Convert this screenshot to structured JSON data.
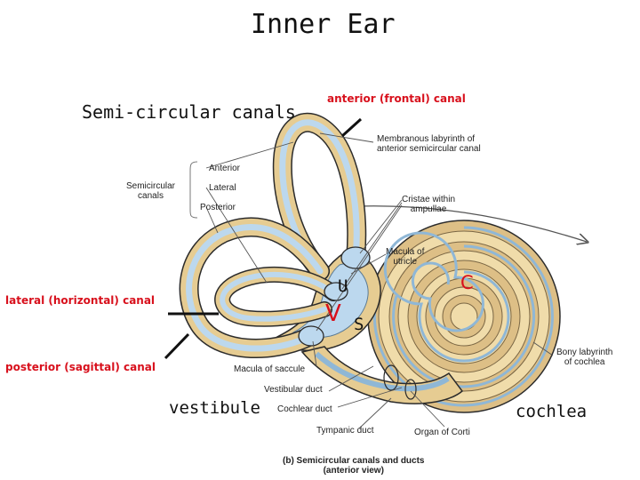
{
  "title": "Inner Ear",
  "overlay_labels": {
    "semicircular_canals": "Semi-circular canals",
    "anterior_canal": "anterior (frontal) canal",
    "lateral_canal": "lateral (horizontal) canal",
    "posterior_canal": "posterior (sagittal) canal",
    "vestibule": "vestibule",
    "cochlea": "cochlea",
    "letter_u": "U",
    "letter_v": "V",
    "letter_s": "S",
    "letter_c": "C"
  },
  "figure_labels": {
    "membranous_labyrinth_line1": "Membranous labyrinth of",
    "membranous_labyrinth_line2": "anterior semicircular canal",
    "semicircular_line1": "Semicircular",
    "semicircular_line2": "canals",
    "anterior": "Anterior",
    "lateral": "Lateral",
    "posterior": "Posterior",
    "cristae_line1": "Cristae within",
    "cristae_line2": "ampullae",
    "macula_utricle_line1": "Macula of",
    "macula_utricle_line2": "utricle",
    "bony_labyrinth_line1": "Bony labyrinth",
    "bony_labyrinth_line2": "of cochlea",
    "macula_saccule": "Macula of saccule",
    "vestibular_duct": "Vestibular duct",
    "cochlear_duct": "Cochlear duct",
    "tympanic_duct": "Tympanic duct",
    "organ_of_corti": "Organ of Corti",
    "caption_line1": "(b) Semicircular canals and ducts",
    "caption_line2": "(anterior view)"
  },
  "colors": {
    "canal_outer": "#e6cc92",
    "canal_inner": "#bcd8ee",
    "outline": "#2b2b2b",
    "red_label": "#d8101c",
    "pointer": "#111111"
  }
}
